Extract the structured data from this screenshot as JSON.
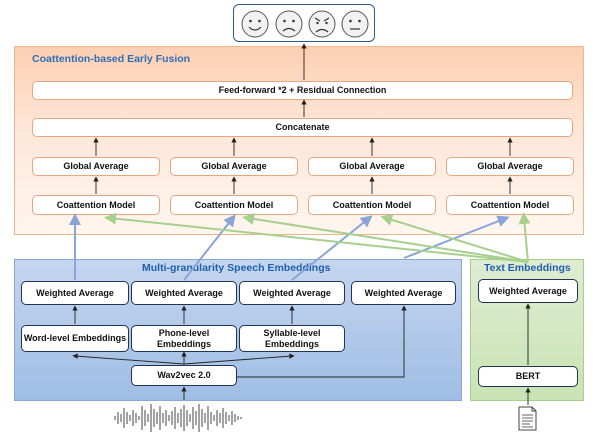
{
  "fusion": {
    "title": "Coattention-based Early Fusion",
    "feedforward": "Feed-forward *2 + Residual Connection",
    "concat": "Concatenate",
    "global_avg": [
      "Global Average",
      "Global Average",
      "Global Average",
      "Global Average"
    ],
    "coattention": [
      "Coattention Model",
      "Coattention Model",
      "Coattention Model",
      "Coattention Model"
    ]
  },
  "speech": {
    "title": "Multi-granularity Speech Embeddings",
    "weighted": [
      "Weighted Average",
      "Weighted Average",
      "Weighted Average",
      "Weighted Average"
    ],
    "word": "Word-level Embeddings",
    "phone": "Phone-level Embeddings",
    "syllable": "Syllable-level Embeddings",
    "wav2vec": "Wav2vec 2.0"
  },
  "text": {
    "title": "Text Embeddings",
    "weighted": "Weighted Average",
    "bert": "BERT"
  },
  "emotions": [
    "happy-face-icon",
    "sad-face-icon",
    "angry-face-icon",
    "neutral-face-icon"
  ],
  "colors": {
    "fusion_bg": "#fbcfb2",
    "speech_bg": "#9fbde5",
    "text_bg": "#c9e3b4",
    "blue_arrow": "#8aa3d8",
    "green_arrow": "#a6d08c"
  }
}
